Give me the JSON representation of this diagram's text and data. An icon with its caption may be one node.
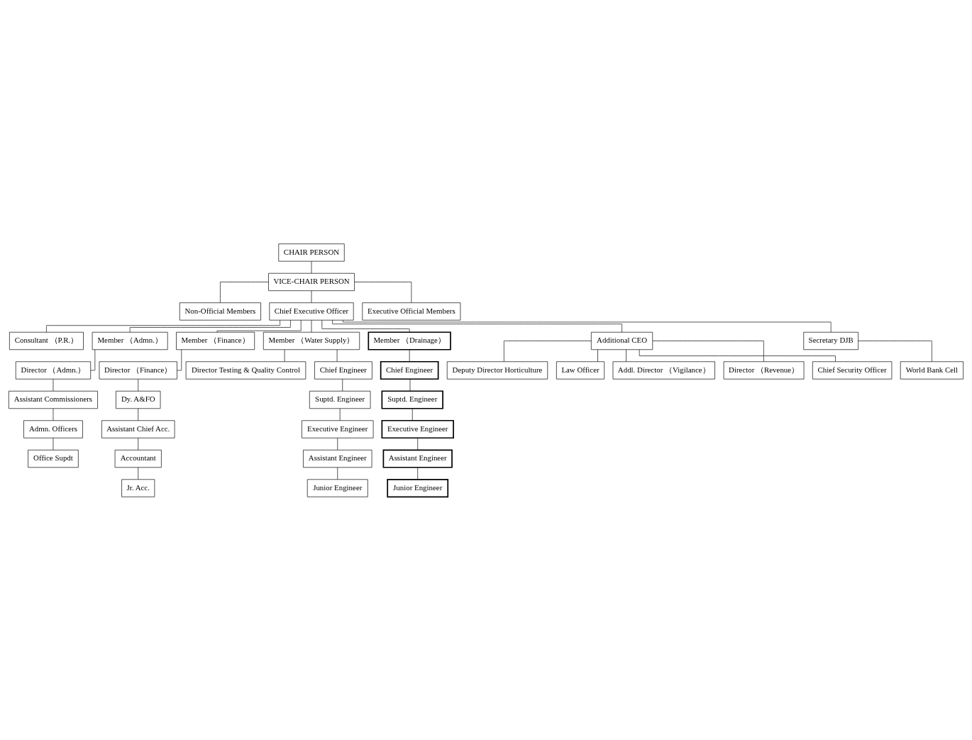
{
  "diagram": {
    "nodes": [
      {
        "text": [
          "CHAIR PERSON"
        ]
      },
      {
        "text": [
          "VICE-CHAIR PERSON"
        ]
      },
      {
        "text": [
          "Non-Official Members"
        ]
      },
      {
        "text": [
          "Chief Executive Officer"
        ]
      },
      {
        "text": [
          "Executive Official Members"
        ]
      },
      {
        "text": [
          "Consultant （P.R.）"
        ]
      },
      {
        "text": [
          "Member （Admn.）"
        ]
      },
      {
        "text": [
          "Member （Finance）"
        ]
      },
      {
        "text": [
          "Member （Water Supply）"
        ]
      },
      {
        "text": [
          "Member （Drainage）"
        ]
      },
      {
        "text": [
          "Additional CEO"
        ]
      },
      {
        "text": [
          "Secretary DJB"
        ]
      },
      {
        "text": [
          "Director （Admn.）"
        ]
      },
      {
        "text": [
          "Director （Finance）"
        ]
      },
      {
        "text": [
          "Director Testing & Quality Control"
        ]
      },
      {
        "text": [
          "Chief Engineer"
        ]
      },
      {
        "text": [
          "Chief Engineer"
        ]
      },
      {
        "text": [
          "World Bank Cell"
        ]
      },
      {
        "text": [
          "Assistant Commissioners"
        ]
      },
      {
        "text": [
          "Dy. A&FO"
        ]
      },
      {
        "text": [
          "Suptd. Engineer"
        ]
      },
      {
        "text": [
          "Suptd. Engineer"
        ]
      },
      {
        "text": [
          "Deputy Director Horticulture"
        ]
      },
      {
        "text": [
          "Admn. Officers"
        ]
      },
      {
        "text": [
          "Assistant Chief Acc."
        ]
      },
      {
        "text": [
          "Executive Engineer"
        ]
      },
      {
        "text": [
          "Executive Engineer"
        ]
      },
      {
        "text": [
          "Law Officer"
        ]
      },
      {
        "text": [
          "Addl. Director （Vigilance）"
        ]
      },
      {
        "text": [
          "Office Supdt"
        ]
      },
      {
        "text": [
          "Accountant"
        ]
      },
      {
        "text": [
          "Assistant Engineer"
        ]
      },
      {
        "text": [
          "Assistant Engineer"
        ]
      },
      {
        "text": [
          "Director （Revenue）"
        ]
      },
      {
        "text": [
          "Jr. Acc."
        ]
      },
      {
        "text": [
          "Junior Engineer"
        ]
      },
      {
        "text": [
          "Junior Engineer"
        ]
      },
      {
        "text": [
          "Chief Security Officer"
        ]
      }
    ],
    "edges": [
      {
        "from": 0,
        "to": 1,
        "arrow": "none"
      },
      {
        "from": 1,
        "to": 2,
        "arrow": "none"
      },
      {
        "from": 1,
        "to": 3,
        "arrow": "none"
      },
      {
        "from": 1,
        "to": 4,
        "arrow": "none"
      },
      {
        "from": 3,
        "to": 5,
        "arrow": "none"
      },
      {
        "from": 3,
        "to": 6,
        "arrow": "none"
      },
      {
        "from": 3,
        "to": 7,
        "arrow": "none"
      },
      {
        "from": 3,
        "to": 8,
        "arrow": "none"
      },
      {
        "from": 3,
        "to": 9,
        "arrow": "none"
      },
      {
        "from": 3,
        "to": 10,
        "arrow": "none"
      },
      {
        "from": 3,
        "to": 11,
        "arrow": "none"
      },
      {
        "from": 6,
        "to": 12,
        "arrow": "none"
      },
      {
        "from": 12,
        "to": 18,
        "arrow": "none"
      },
      {
        "from": 18,
        "to": 23,
        "arrow": "none"
      },
      {
        "from": 23,
        "to": 29,
        "arrow": "none"
      },
      {
        "from": 7,
        "to": 13,
        "arrow": "none"
      },
      {
        "from": 13,
        "to": 19,
        "arrow": "none"
      },
      {
        "from": 19,
        "to": 24,
        "arrow": "none"
      },
      {
        "from": 24,
        "to": 30,
        "arrow": "none"
      },
      {
        "from": 30,
        "to": 34,
        "arrow": "none"
      },
      {
        "from": 8,
        "to": 14,
        "arrow": "none"
      },
      {
        "from": 8,
        "to": 15,
        "arrow": "none"
      },
      {
        "from": 15,
        "to": 20,
        "arrow": "none"
      },
      {
        "from": 20,
        "to": 25,
        "arrow": "none"
      },
      {
        "from": 25,
        "to": 31,
        "arrow": "none"
      },
      {
        "from": 31,
        "to": 35,
        "arrow": "none"
      },
      {
        "from": 9,
        "to": 16,
        "arrow": "none"
      },
      {
        "from": 16,
        "to": 21,
        "arrow": "none"
      },
      {
        "from": 21,
        "to": 26,
        "arrow": "none"
      },
      {
        "from": 26,
        "to": 32,
        "arrow": "none"
      },
      {
        "from": 32,
        "to": 36,
        "arrow": "none"
      },
      {
        "from": 10,
        "to": 22,
        "arrow": "none"
      },
      {
        "from": 10,
        "to": 27,
        "arrow": "none"
      },
      {
        "from": 10,
        "to": 28,
        "arrow": "none"
      },
      {
        "from": 10,
        "to": 33,
        "arrow": "none"
      },
      {
        "from": 10,
        "to": 37,
        "arrow": "none"
      },
      {
        "from": 11,
        "to": 17,
        "arrow": "none"
      }
    ]
  }
}
